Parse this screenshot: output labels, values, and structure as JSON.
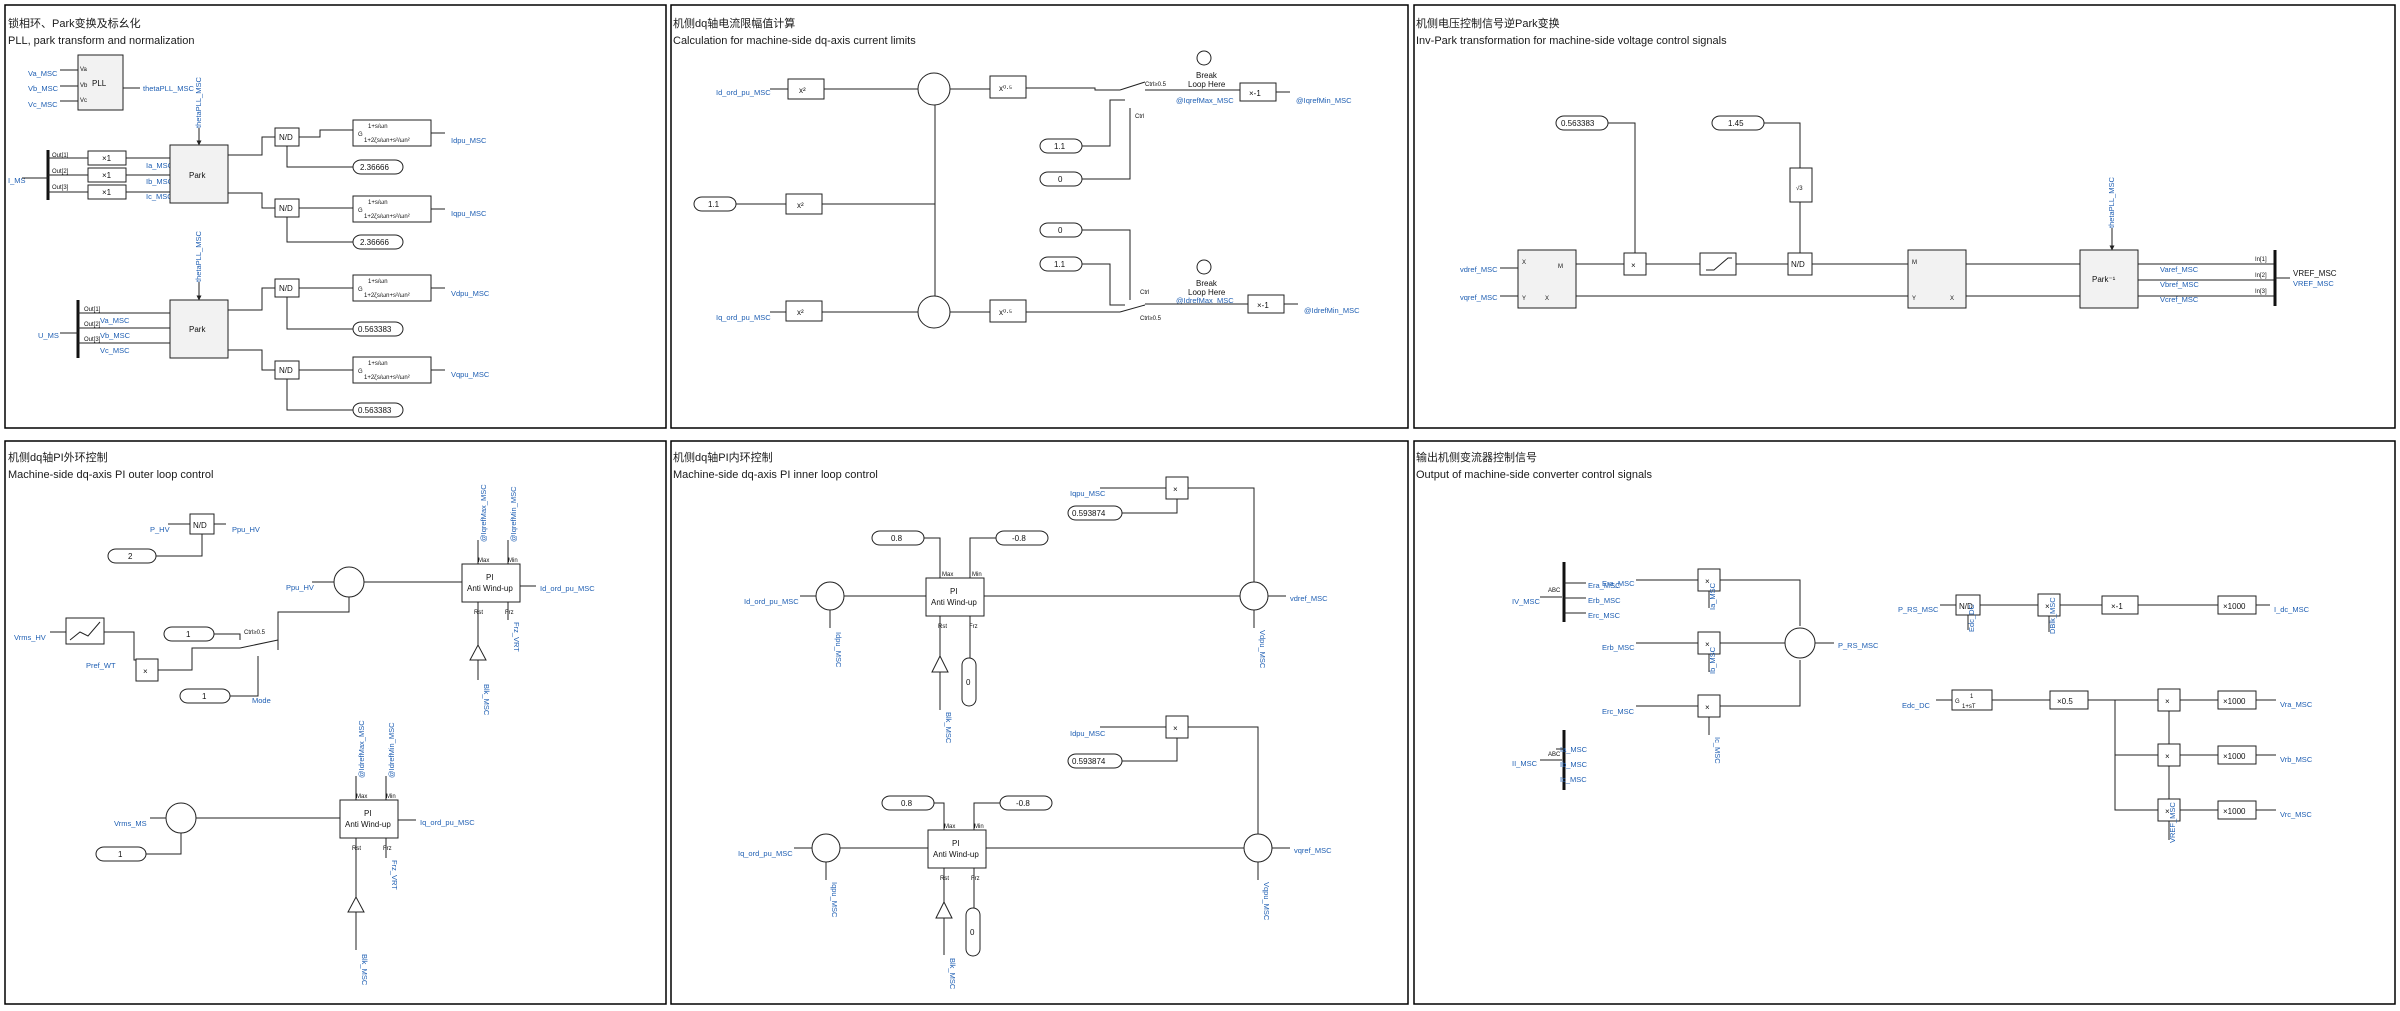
{
  "panels": [
    {
      "title_cn": "锁相环、Park变换及标幺化",
      "title_en": "PLL, park transform and normalization"
    },
    {
      "title_cn": "机侧dq轴电流限幅值计算",
      "title_en": "Calculation for machine-side dq-axis current limits"
    },
    {
      "title_cn": "机侧电压控制信号逆Park变换",
      "title_en": "Inv-Park transformation for machine-side voltage control signals"
    },
    {
      "title_cn": "机侧dq轴PI外环控制",
      "title_en": "Machine-side dq-axis PI outer loop control"
    },
    {
      "title_cn": "机侧dq轴PI内环控制",
      "title_en": "Machine-side dq-axis PI inner loop control"
    },
    {
      "title_cn": "输出机侧变流器控制信号",
      "title_en": "Output of machine-side converter control signals"
    }
  ],
  "p1": {
    "va": "Va_MSC",
    "vb": "Vb_MSC",
    "vc": "Vc_MSC",
    "pll": "PLL",
    "theta": "thetaPLL_MSC",
    "ims": "I_MS",
    "um": "U_MS",
    "out1": "Out[1]",
    "out2": "Out[2]",
    "out3": "Out[3]",
    "gain": "×1",
    "ia": "Ia_MSC",
    "ib": "Ib_MSC",
    "ic": "Ic_MSC",
    "park": "Park",
    "nd": "N/D",
    "c1": "2.36666",
    "c2": "2.36666",
    "c3": "0.563383",
    "c4": "0.563383",
    "idpu": "Idpu_MSC",
    "iqpu": "Iqpu_MSC",
    "vdpu": "Vdpu_MSC",
    "vqpu": "Vqpu_MSC"
  },
  "p2": {
    "id_ord": "Id_ord_pu_MSC",
    "iq_ord": "Iq_ord_pu_MSC",
    "c11": "1.1",
    "c11b": "1.1",
    "c0": "0",
    "c11c": "1.1",
    "c0b": "0",
    "ctrl": "Ctrl",
    "ctrlval": "Ctrl≥0.5",
    "brk": "Break",
    "loop": "Loop Here",
    "iqmax": "@IqrefMax_MSC",
    "iqmin": "@IqrefMin_MSC",
    "idmax": "@IdrefMax_MSC",
    "idmin": "@IdrefMin_MSC",
    "neg": "×-1"
  },
  "p3": {
    "c1": "0.563383",
    "c2": "1.45",
    "vdref": "vdref_MSC",
    "vqref": "vqref_MSC",
    "theta": "thetaPLL_MSC",
    "nd": "N/D",
    "ipark": "Park⁻¹",
    "vaout": "Varef_MSC",
    "vbout": "Vbref_MSC",
    "vcout": "Vcref_MSC",
    "in1": "In[1]",
    "in2": "In[2]",
    "in3": "In[3]",
    "vref": "VREF_MSC"
  },
  "p4": {
    "phv": "P_HV",
    "ppu": "Ppu_HV",
    "c2": "2",
    "c1": "1",
    "c1b": "1",
    "c1c": "1",
    "vrms": "Vrms_HV",
    "pref": "Pref_WT",
    "mode": "Mode",
    "nd": "N/D",
    "pi1": "PI",
    "pi2": "Anti Wind-up",
    "iqmax": "@IqrefMax_MSC",
    "iqmin": "@IqrefMin_MSC",
    "idmax": "@IdrefMax_MSC",
    "idmin": "@IdrefMin_MSC",
    "idout": "Id_ord_pu_MSC",
    "iqout": "Iq_ord_pu_MSC",
    "frz1": "Frz_VRT",
    "frz2": "Frz_VRT",
    "blk1": "Blk_MSC",
    "blk2": "Blk_MSC",
    "vrmsms": "Vrms_MS",
    "ctrlval": "Ctrl≥0.5",
    "max": "Max",
    "min": "Min",
    "rst": "Rst",
    "frz": "Frz"
  },
  "p5": {
    "idord": "Id_ord_pu_MSC",
    "iqord": "Iq_ord_pu_MSC",
    "c08": "0.8",
    "cm08": "-0.8",
    "c08b": "0.8",
    "cm08b": "-0.8",
    "c0": "0",
    "c0b": "0",
    "iqpu": "Iqpu_MSC",
    "idpu": "Idpu_MSC",
    "k1": "0.593874",
    "k2": "0.593874",
    "vdref": "vdref_MSC",
    "vqref": "vqref_MSC",
    "vdpu": "Vdpu_MSC",
    "vqpu": "Vqpu_MSC",
    "idpu2": "Idpu_MSC",
    "iqpu2": "Iqpu_MSC",
    "blk1": "Blk_MSC",
    "blk2": "Blk_MSC",
    "pi1": "PI",
    "pi2": "Anti Wind-up",
    "max": "Max",
    "min": "Min",
    "rst": "Rst",
    "frz": "Frz"
  },
  "p6": {
    "ivmsc": "IV_MSC",
    "eta": "Era_MSC",
    "etb": "Erb_MSC",
    "etc": "Erc_MSC",
    "ia": "Ia_MSC",
    "ib": "Ib_MSC",
    "ic": "Ic_MSC",
    "iimsc": "II_MSC",
    "prs": "P_RS_MSC",
    "prsmsc": "P_RS_MSC",
    "nd": "N/D",
    "edc": "Edc_DC",
    "edc2": "Edc_DC",
    "dblk": "DBlk_MSC",
    "m1": "×-1",
    "k1000": "×1000",
    "idc": "I_dc_MSC",
    "half": "×0.5",
    "vra": "Vra_MSC",
    "vrb": "Vrb_MSC",
    "vrc": "Vrc_MSC",
    "vref": "VREF_MSC",
    "lag1": "1",
    "lag2": "1+sT",
    "g": "G"
  }
}
